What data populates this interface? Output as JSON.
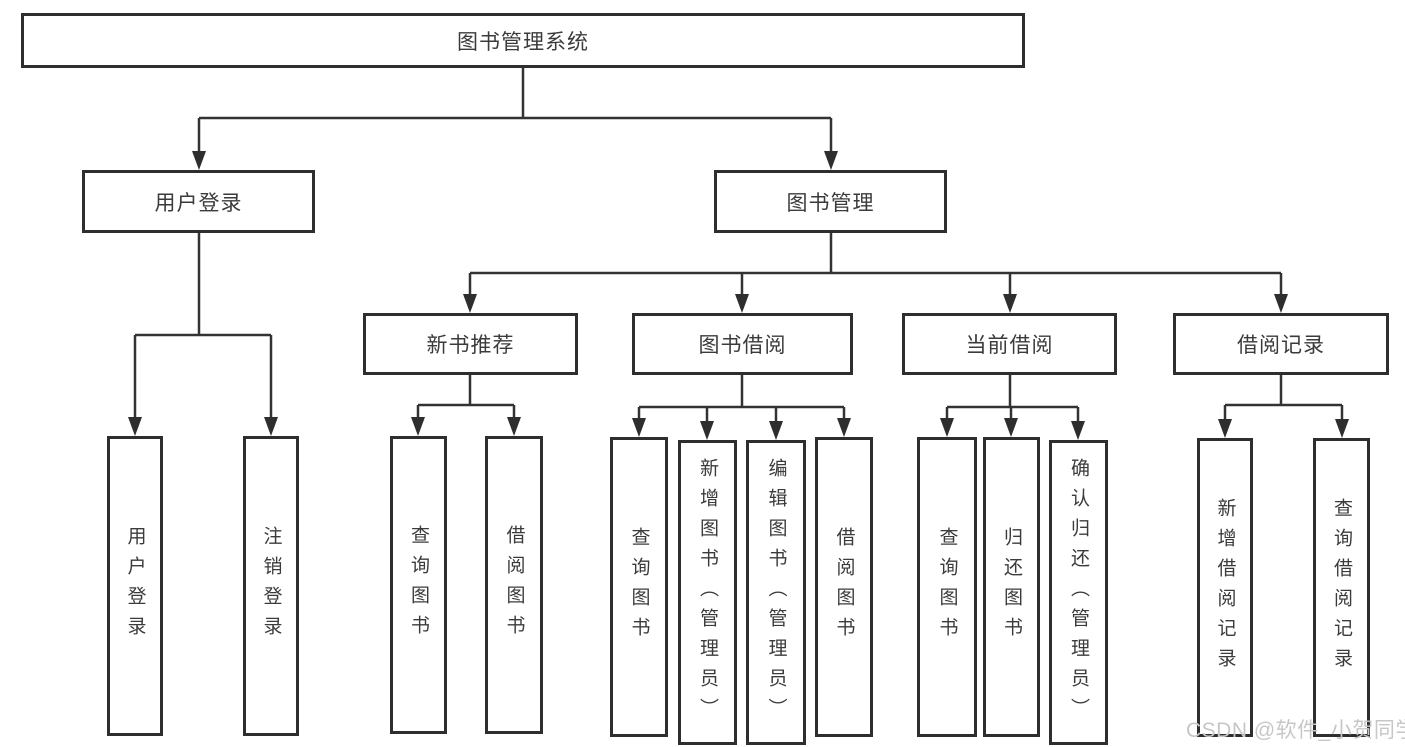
{
  "nodes": {
    "root": "图书管理系统",
    "level2": [
      {
        "label": "用户登录"
      },
      {
        "label": "图书管理"
      }
    ],
    "level3": [
      {
        "label": "新书推荐"
      },
      {
        "label": "图书借阅"
      },
      {
        "label": "当前借阅"
      },
      {
        "label": "借阅记录"
      }
    ],
    "leaves": {
      "user_login": [
        "用户登录",
        "注销登录"
      ],
      "new_books": [
        "查询图书",
        "借阅图书"
      ],
      "book_borrow": [
        "查询图书",
        "新增图书（管理员）",
        "编辑图书（管理员）",
        "借阅图书"
      ],
      "current_borrow": [
        "查询图书",
        "归还图书",
        "确认归还（管理员）"
      ],
      "borrow_records": [
        "新增借阅记录",
        "查询借阅记录"
      ]
    }
  },
  "watermark": {
    "text": "CSDN @软件_小贺同学",
    "color": "#c7c7c9"
  },
  "colors": {
    "line": "#333333",
    "arrowhead": "#2e2e2e",
    "box_border": "#2e2e2e",
    "text": "#3b3b3b",
    "background": "#ffffff"
  }
}
